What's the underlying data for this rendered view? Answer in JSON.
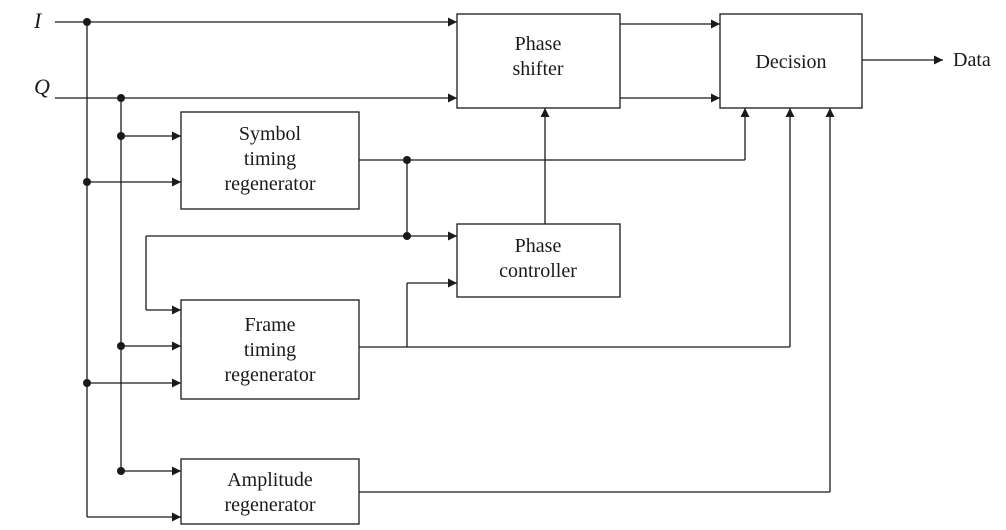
{
  "inputs": {
    "i": "I",
    "q": "Q"
  },
  "output": {
    "label": "Data"
  },
  "blocks": {
    "phase_shifter": [
      "Phase",
      "shifter"
    ],
    "decision": [
      "Decision"
    ],
    "symbol_timing": [
      "Symbol",
      "timing",
      "regenerator"
    ],
    "phase_controller": [
      "Phase",
      "controller"
    ],
    "frame_timing": [
      "Frame",
      "timing",
      "regenerator"
    ],
    "amplitude": [
      "Amplitude",
      "regenerator"
    ]
  },
  "colors": {
    "stroke": "#1a1a1a",
    "background": "#ffffff"
  }
}
